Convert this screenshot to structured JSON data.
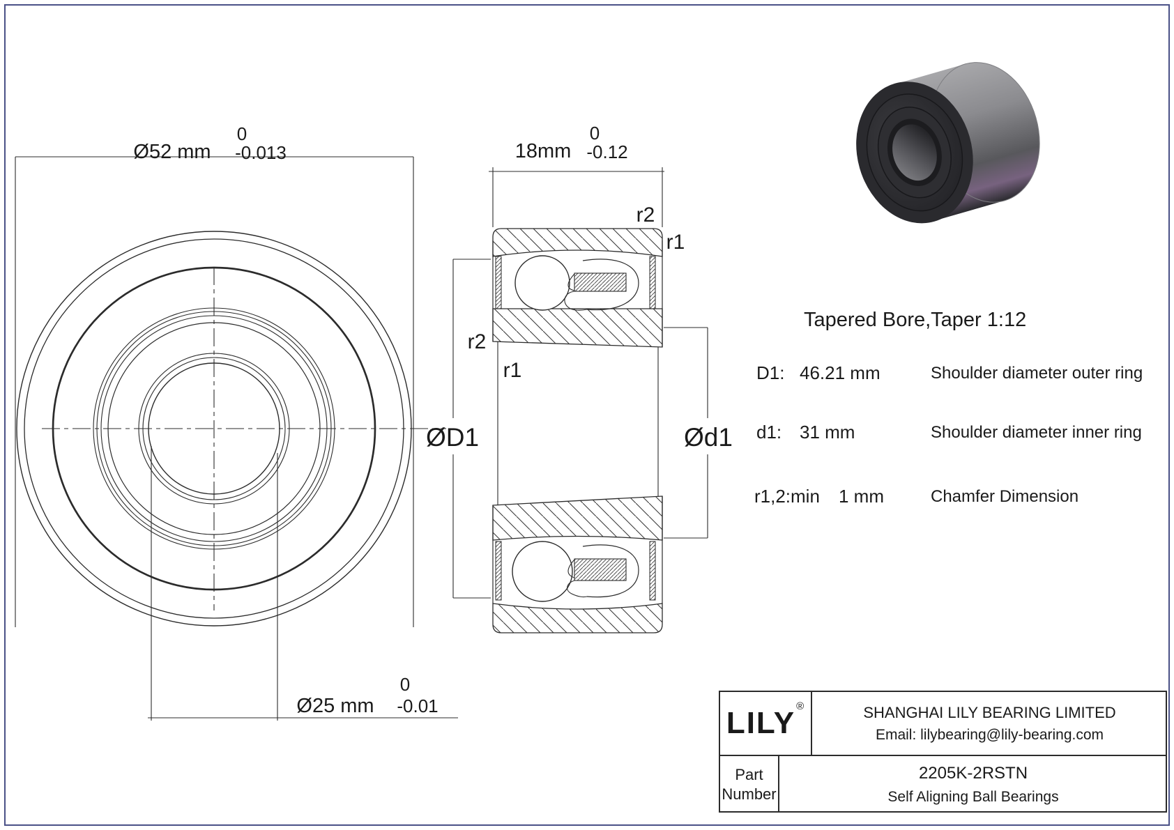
{
  "front_view": {
    "dim_od": {
      "label": "Ø52 mm",
      "tol_upper": "0",
      "tol_lower": "-0.013"
    },
    "dim_bore": {
      "label": "Ø25 mm",
      "tol_upper": "0",
      "tol_lower": "-0.01"
    }
  },
  "section_view": {
    "dim_width": {
      "label": "18mm",
      "tol_upper": "0",
      "tol_lower": "-0.12"
    },
    "labels": {
      "r2_top": "r2",
      "r1_top": "r1",
      "r2_mid": "r2",
      "r1_mid": "r1",
      "outer_shoulder": "ØD1",
      "inner_shoulder": "Ød1"
    }
  },
  "specs": {
    "title": "Tapered Bore,Taper 1:12",
    "rows": [
      {
        "param": "D1:",
        "value": "46.21 mm",
        "desc": "Shoulder diameter outer ring"
      },
      {
        "param": "d1:",
        "value": "31 mm",
        "desc": "Shoulder diameter inner ring"
      },
      {
        "param": "r1,2:min",
        "value": "1 mm",
        "desc": "Chamfer Dimension"
      }
    ]
  },
  "title_block": {
    "logo": "LILY",
    "logo_reg": "®",
    "company": "SHANGHAI LILY BEARING LIMITED",
    "email": "Email: lilybearing@lily-bearing.com",
    "part_label_line1": "Part",
    "part_label_line2": "Number",
    "part_number": "2205K-2RSTN",
    "part_type": "Self Aligning Ball Bearings"
  },
  "colors": {
    "line": "#2b2b2b",
    "page_border": "#4a5187",
    "render_body_light": "#a7a7aa",
    "render_body_dark": "#2b2b2f",
    "render_sheen": "#77627f"
  }
}
